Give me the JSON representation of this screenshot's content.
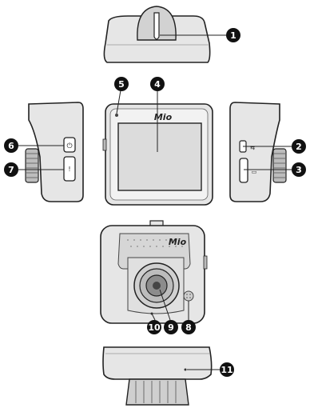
{
  "brand_text": "Mio",
  "callouts": [
    {
      "number": "1",
      "part": "mount-socket"
    },
    {
      "number": "2",
      "part": "usb-port"
    },
    {
      "number": "3",
      "part": "memory-card-slot"
    },
    {
      "number": "4",
      "part": "lcd-screen"
    },
    {
      "number": "5",
      "part": "led-indicator"
    },
    {
      "number": "6",
      "part": "power-button"
    },
    {
      "number": "7",
      "part": "event-button"
    },
    {
      "number": "8",
      "part": "speaker"
    },
    {
      "number": "9",
      "part": "camera-lens"
    },
    {
      "number": "10",
      "part": "microphone"
    },
    {
      "number": "11",
      "part": "bottom-base"
    }
  ],
  "colors": {
    "outline": "#222222",
    "body_fill": "#e6e6e6",
    "screen_fill": "#dcdcdc",
    "callout_fill": "#111111"
  },
  "icons": [
    "usb-icon",
    "sd-card-icon",
    "power-icon",
    "event-icon"
  ]
}
